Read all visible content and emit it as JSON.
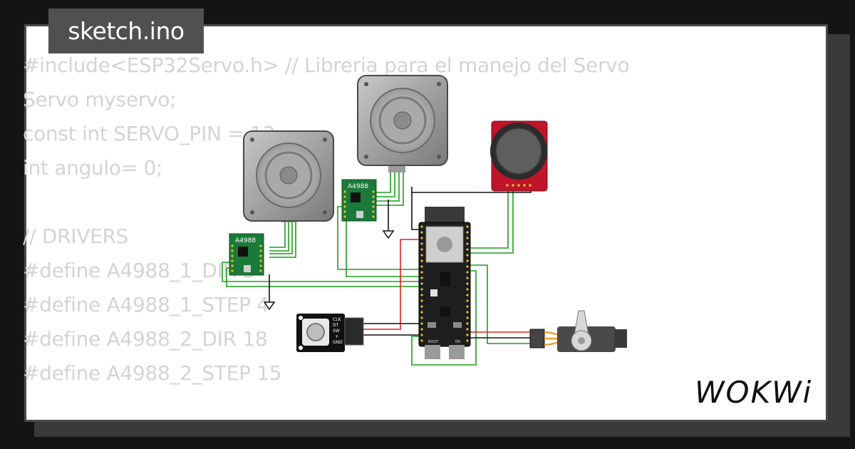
{
  "tab": {
    "filename": "sketch.ino"
  },
  "code_lines": [
    "#include<ESP32Servo.h> // Libreria para el manejo del Servo",
    "Servo myservo;",
    "const int SERVO_PIN = 13;",
    "int angulo= 0;",
    "",
    "// DRIVERS",
    "#define A4988_1_DIR 3",
    "#define A4988_1_STEP 4",
    "#define A4988_2_DIR 18",
    "#define A4988_2_STEP 15"
  ],
  "components": {
    "driver_1_label": "A4988",
    "driver_2_label": "A4988",
    "encoder_pins": [
      "CLK",
      "DT",
      "SW",
      "+",
      "GND"
    ],
    "esp32_boot_label": "BOOT",
    "esp32_en_label": "EN"
  },
  "brand": {
    "logo_text": "WOKWi"
  },
  "colors": {
    "page_background": "#141414",
    "card": "#ffffff",
    "code_text": "#d4d4d4",
    "tab_background": "#505050",
    "driver_pcb": "#1b7a3a",
    "joystick_pcb": "#c0142a",
    "esp32_board": "#1e1e1e",
    "wire_green": "#1b9e1b",
    "wire_red": "#e02020",
    "wire_black": "#111111"
  },
  "icons": [
    "ground-symbol-icon",
    "stepper-motor-icon",
    "servo-motor-icon",
    "joystick-icon",
    "rotary-encoder-icon"
  ]
}
